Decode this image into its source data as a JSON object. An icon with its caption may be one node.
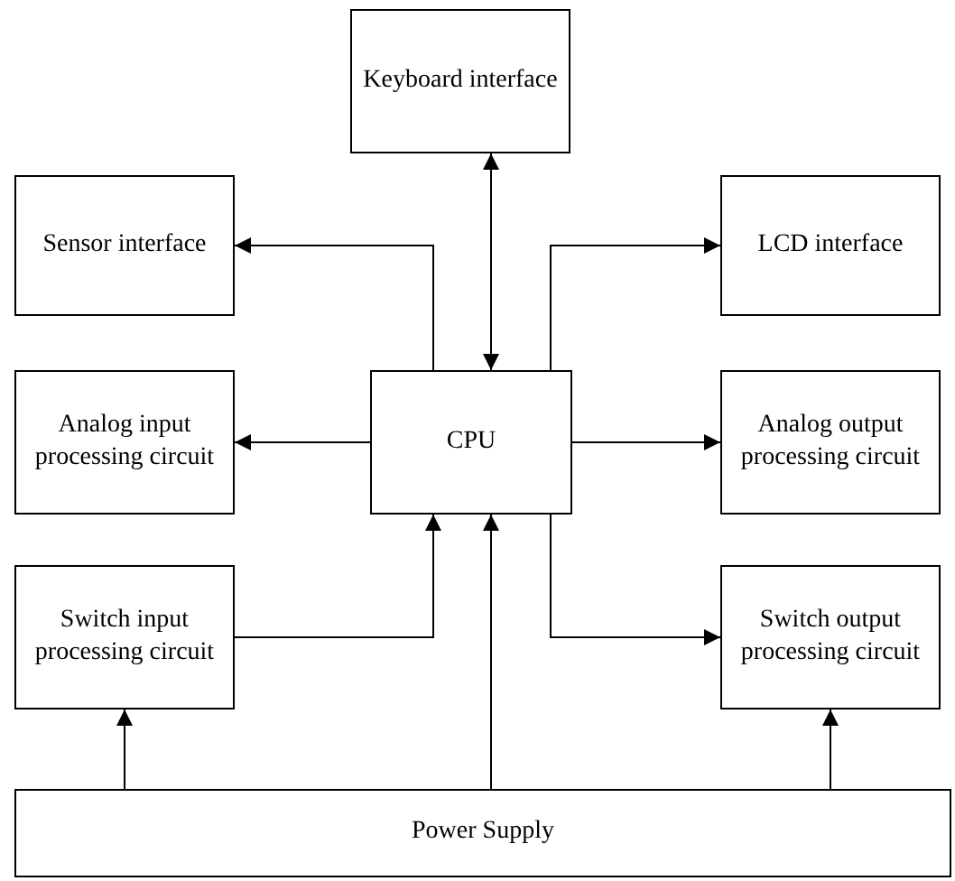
{
  "diagram": {
    "nodes": [
      {
        "text": [
          "Keyboard interface"
        ]
      },
      {
        "text": [
          "Sensor interface"
        ]
      },
      {
        "text": [
          "LCD interface"
        ]
      },
      {
        "text": [
          "Analog input processing circuit"
        ]
      },
      {
        "text": [
          "CPU"
        ]
      },
      {
        "text": [
          "Analog output processing circuit"
        ]
      },
      {
        "text": [
          "Switch input processing circuit"
        ]
      },
      {
        "text": [
          "Switch output processing circuit"
        ]
      },
      {
        "text": [
          "Power Supply"
        ]
      }
    ],
    "edges": [
      {
        "from": 4,
        "to": 0,
        "arrow": "both"
      },
      {
        "from": 4,
        "to": 1,
        "arrow": "to"
      },
      {
        "from": 4,
        "to": 2,
        "arrow": "to"
      },
      {
        "from": 4,
        "to": 3,
        "arrow": "to"
      },
      {
        "from": 4,
        "to": 5,
        "arrow": "to"
      },
      {
        "from": 6,
        "to": 4,
        "arrow": "to"
      },
      {
        "from": 4,
        "to": 7,
        "arrow": "to"
      },
      {
        "from": 8,
        "to": 4,
        "arrow": "to"
      },
      {
        "from": 8,
        "to": 6,
        "arrow": "to"
      },
      {
        "from": 8,
        "to": 7,
        "arrow": "to"
      }
    ]
  }
}
